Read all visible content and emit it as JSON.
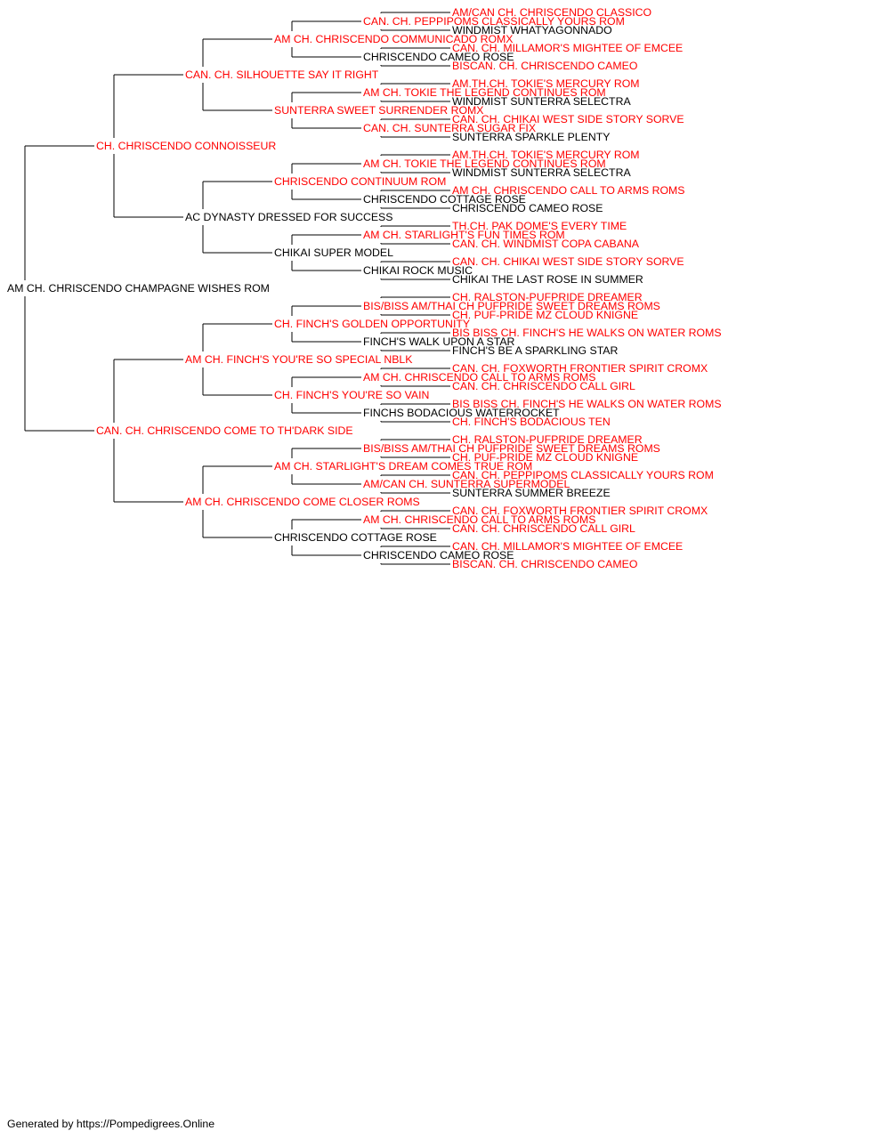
{
  "colors": {
    "champion": "#ff0000",
    "normal": "#000000",
    "lines": "#000000"
  },
  "pedigree": {
    "name": "AM CH. CHRISCENDO CHAMPAGNE WISHES ROM",
    "champion": false,
    "sire": {
      "name": "CH. CHRISCENDO CONNOISSEUR",
      "champion": true,
      "sire": {
        "name": "CAN. CH. SILHOUETTE SAY IT RIGHT",
        "champion": true,
        "sire": {
          "name": "AM CH. CHRISCENDO COMMUNICADO ROMX",
          "champion": true,
          "sire": {
            "name": "CAN. CH. PEPPIPOMS CLASSICALLY YOURS ROM",
            "champion": true,
            "sire": {
              "name": "AM/CAN CH. CHRISCENDO CLASSICO",
              "champion": true
            },
            "dam": {
              "name": "WINDMIST WHATYAGONNADO",
              "champion": false
            }
          },
          "dam": {
            "name": "CHRISCENDO CAMEO ROSE",
            "champion": false,
            "sire": {
              "name": "CAN. CH. MILLAMOR'S MIGHTEE OF EMCEE",
              "champion": true
            },
            "dam": {
              "name": "BISCAN. CH. CHRISCENDO CAMEO",
              "champion": true
            }
          }
        },
        "dam": {
          "name": "SUNTERRA SWEET SURRENDER ROMX",
          "champion": true,
          "sire": {
            "name": "AM CH. TOKIE THE LEGEND CONTINUES ROM",
            "champion": true,
            "sire": {
              "name": "AM.TH.CH. TOKIE'S MERCURY ROM",
              "champion": true
            },
            "dam": {
              "name": "WINDMIST SUNTERRA SELECTRA",
              "champion": false
            }
          },
          "dam": {
            "name": "CAN. CH. SUNTERRA SUGAR FIX",
            "champion": true,
            "sire": {
              "name": "CAN. CH. CHIKAI WEST SIDE STORY SORVE",
              "champion": true
            },
            "dam": {
              "name": "SUNTERRA SPARKLE PLENTY",
              "champion": false
            }
          }
        }
      },
      "dam": {
        "name": "AC DYNASTY DRESSED FOR SUCCESS",
        "champion": false,
        "sire": {
          "name": "CHRISCENDO CONTINUUM ROM",
          "champion": true,
          "sire": {
            "name": "AM CH. TOKIE THE LEGEND CONTINUES ROM",
            "champion": true,
            "sire": {
              "name": "AM.TH.CH. TOKIE'S MERCURY ROM",
              "champion": true
            },
            "dam": {
              "name": "WINDMIST SUNTERRA SELECTRA",
              "champion": false
            }
          },
          "dam": {
            "name": "CHRISCENDO COTTAGE ROSE",
            "champion": false,
            "sire": {
              "name": "AM CH. CHRISCENDO CALL TO ARMS ROMS",
              "champion": true
            },
            "dam": {
              "name": "CHRISCENDO CAMEO ROSE",
              "champion": false
            }
          }
        },
        "dam": {
          "name": "CHIKAI SUPER MODEL",
          "champion": false,
          "sire": {
            "name": "AM CH. STARLIGHT'S FUN TIMES ROM",
            "champion": true,
            "sire": {
              "name": "TH.CH. PAK DOME'S EVERY TIME",
              "champion": true
            },
            "dam": {
              "name": "CAN. CH. WINDMIST COPA CABANA",
              "champion": true
            }
          },
          "dam": {
            "name": "CHIKAI ROCK MUSIC",
            "champion": false,
            "sire": {
              "name": "CAN. CH. CHIKAI WEST SIDE STORY SORVE",
              "champion": true
            },
            "dam": {
              "name": "CHIKAI THE LAST ROSE IN SUMMER",
              "champion": false
            }
          }
        }
      }
    },
    "dam": {
      "name": "CAN. CH. CHRISCENDO COME TO TH'DARK SIDE",
      "champion": true,
      "sire": {
        "name": "AM CH. FINCH'S YOU'RE SO SPECIAL NBLK",
        "champion": true,
        "sire": {
          "name": "CH. FINCH'S GOLDEN OPPORTUNITY",
          "champion": true,
          "sire": {
            "name": "BIS/BISS AM/THAI CH PUFPRIDE SWEET DREAMS ROMS",
            "champion": true,
            "sire": {
              "name": "CH. RALSTON-PUFPRIDE DREAMER",
              "champion": true
            },
            "dam": {
              "name": "CH. PUF-PRIDE MZ CLOUD KNIGNE",
              "champion": true
            }
          },
          "dam": {
            "name": "FINCH'S WALK UPON A STAR",
            "champion": false,
            "sire": {
              "name": "BIS BISS CH. FINCH'S HE WALKS ON WATER ROMS",
              "champion": true
            },
            "dam": {
              "name": "FINCH'S BE A SPARKLING STAR",
              "champion": false
            }
          }
        },
        "dam": {
          "name": "CH. FINCH'S YOU'RE SO VAIN",
          "champion": true,
          "sire": {
            "name": "AM CH. CHRISCENDO CALL TO ARMS ROMS",
            "champion": true,
            "sire": {
              "name": "CAN. CH. FOXWORTH FRONTIER SPIRIT CROMX",
              "champion": true
            },
            "dam": {
              "name": "CAN. CH. CHRISCENDO CALL GIRL",
              "champion": true
            }
          },
          "dam": {
            "name": "FINCHS BODACIOUS WATERROCKET",
            "champion": false,
            "sire": {
              "name": "BIS BISS CH. FINCH'S HE WALKS ON WATER ROMS",
              "champion": true
            },
            "dam": {
              "name": "CH. FINCH'S BODACIOUS TEN",
              "champion": true
            }
          }
        }
      },
      "dam": {
        "name": "AM CH. CHRISCENDO COME CLOSER ROMS",
        "champion": true,
        "sire": {
          "name": "AM CH. STARLIGHT'S DREAM COMES TRUE ROM",
          "champion": true,
          "sire": {
            "name": "BIS/BISS AM/THAI CH PUFPRIDE SWEET DREAMS ROMS",
            "champion": true,
            "sire": {
              "name": "CH. RALSTON-PUFPRIDE DREAMER",
              "champion": true
            },
            "dam": {
              "name": "CH. PUF-PRIDE MZ CLOUD KNIGNE",
              "champion": true
            }
          },
          "dam": {
            "name": "AM/CAN CH. SUNTERRA SUPERMODEL",
            "champion": true,
            "sire": {
              "name": "CAN. CH. PEPPIPOMS CLASSICALLY YOURS ROM",
              "champion": true
            },
            "dam": {
              "name": "SUNTERRA SUMMER BREEZE",
              "champion": false
            }
          }
        },
        "dam": {
          "name": "CHRISCENDO COTTAGE ROSE",
          "champion": false,
          "sire": {
            "name": "AM CH. CHRISCENDO CALL TO ARMS ROMS",
            "champion": true,
            "sire": {
              "name": "CAN. CH. FOXWORTH FRONTIER SPIRIT CROMX",
              "champion": true
            },
            "dam": {
              "name": "CAN. CH. CHRISCENDO CALL GIRL",
              "champion": true
            }
          },
          "dam": {
            "name": "CHRISCENDO CAMEO ROSE",
            "champion": false,
            "sire": {
              "name": "CAN. CH. MILLAMOR'S MIGHTEE OF EMCEE",
              "champion": true
            },
            "dam": {
              "name": "BISCAN. CH. CHRISCENDO CAMEO",
              "champion": true
            }
          }
        }
      }
    }
  },
  "footer": {
    "text": "Generated by https://Pompedigrees.Online"
  }
}
